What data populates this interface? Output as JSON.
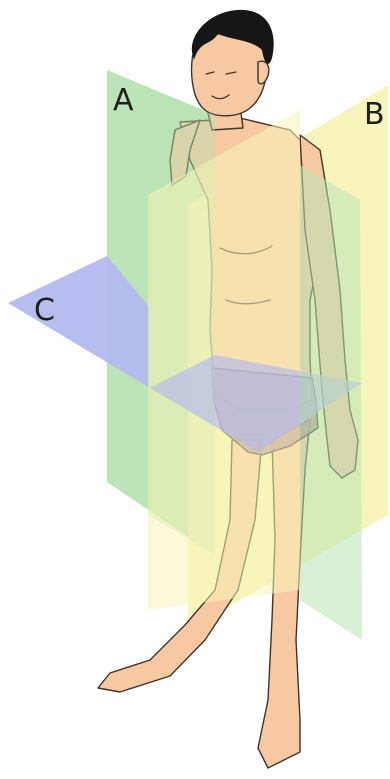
{
  "planes": [
    {
      "label": "A",
      "name": "sagittal-plane",
      "fill": "#b9e3b4"
    },
    {
      "label": "B",
      "name": "frontal-plane",
      "fill": "#f8f4b8"
    },
    {
      "label": "C",
      "name": "transverse-plane",
      "fill": "#b3b9ee"
    }
  ],
  "colors": {
    "skin": "#f6c9a3",
    "briefs": "#a4858e",
    "hair": "#161616",
    "outline": "#3f332c",
    "label": "#1f1f1f"
  }
}
